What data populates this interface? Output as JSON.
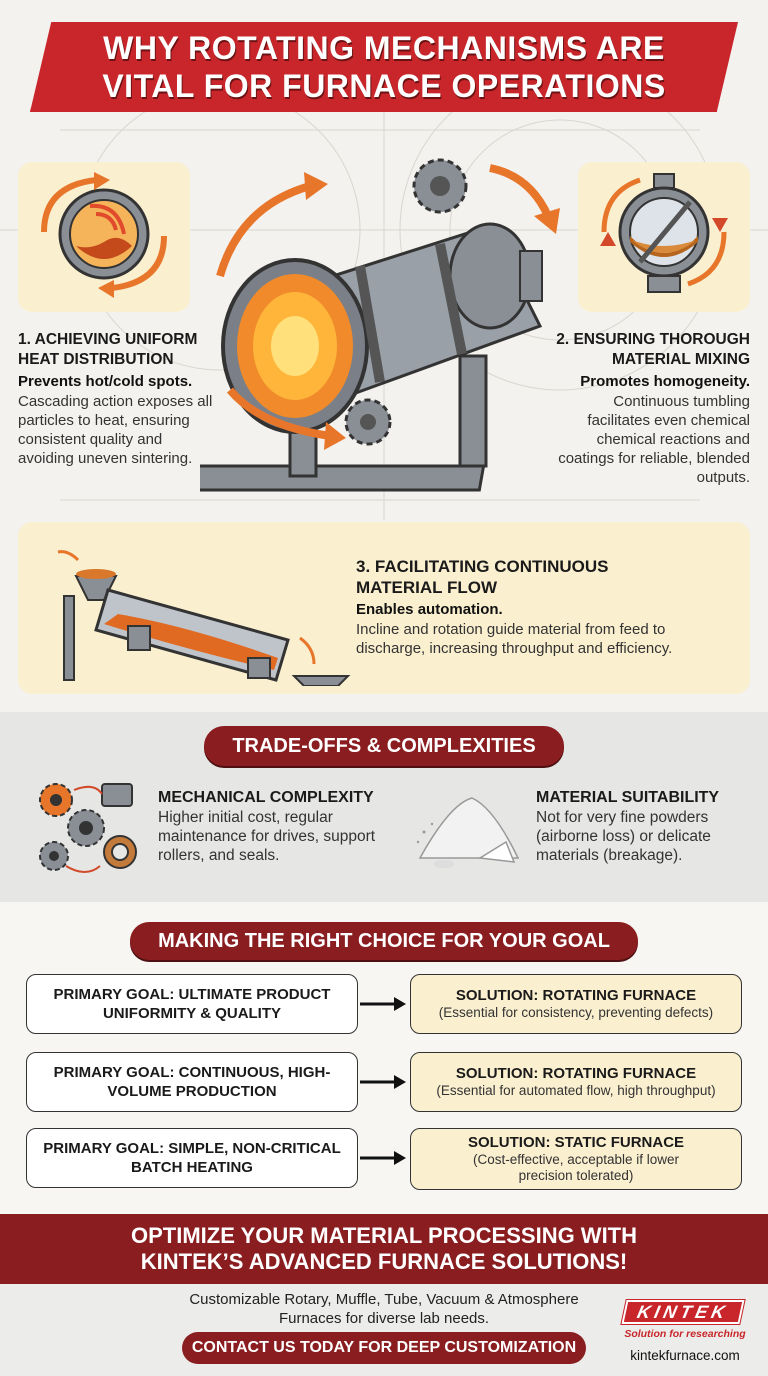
{
  "title": "WHY ROTATING MECHANISMS ARE\nVITAL FOR FURNACE OPERATIONS",
  "features": [
    {
      "title": "1. ACHIEVING UNIFORM HEAT DISTRIBUTION",
      "lead": "Prevents hot/cold spots.",
      "body": "Cascading action exposes all particles to heat, ensuring consistent quality and avoiding uneven sintering."
    },
    {
      "title": "2. ENSURING THOROUGH MATERIAL MIXING",
      "lead": "Promotes homogeneity.",
      "body": "Continuous tumbling facilitates even chemical chemical reactions and coatings for reliable, blended outputs."
    },
    {
      "title": "3. FACILITATING CONTINUOUS MATERIAL FLOW",
      "lead": "Enables automation.",
      "body": "Incline and rotation guide material from feed to discharge, increasing throughput and efficiency."
    }
  ],
  "tradeoffs": {
    "heading": "TRADE-OFFS & COMPLEXITIES",
    "items": [
      {
        "title": "MECHANICAL COMPLEXITY",
        "body": "Higher initial cost, regular maintenance for drives, support rollers, and seals."
      },
      {
        "title": "MATERIAL SUITABILITY",
        "body": "Not for very fine powders (airborne loss) or delicate materials (breakage)."
      }
    ]
  },
  "choice": {
    "heading": "MAKING THE RIGHT CHOICE FOR YOUR GOAL",
    "rows": [
      {
        "goal": "PRIMARY GOAL: ULTIMATE PRODUCT UNIFORMITY & QUALITY",
        "solution": "SOLUTION: ROTATING FURNACE",
        "note": "(Essential for consistency, preventing defects)"
      },
      {
        "goal": "PRIMARY GOAL: CONTINUOUS, HIGH-VOLUME PRODUCTION",
        "solution": "SOLUTION: ROTATING FURNACE",
        "note": "(Essential for automated flow, high throughput)"
      },
      {
        "goal": "PRIMARY GOAL: SIMPLE, NON-CRITICAL BATCH HEATING",
        "solution": "SOLUTION: STATIC FURNACE",
        "note": "(Cost-effective, acceptable if lower precision tolerated)"
      }
    ]
  },
  "cta": {
    "headline": "OPTIMIZE YOUR MATERIAL PROCESSING WITH\nKINTEK’S ADVANCED FURNACE SOLUTIONS!",
    "subline": "Customizable Rotary, Muffle, Tube, Vacuum & Atmosphere Furnaces for diverse lab needs.",
    "button": "CONTACT US TODAY FOR DEEP CUSTOMIZATION"
  },
  "brand": {
    "logo": "KINTEK",
    "tagline": "Solution for researching",
    "url": "kintekfurnace.com"
  },
  "colors": {
    "accent_red": "#c8262b",
    "dark_red": "#8a1d20",
    "cream": "#faefcf",
    "orange": "#e8762a"
  }
}
